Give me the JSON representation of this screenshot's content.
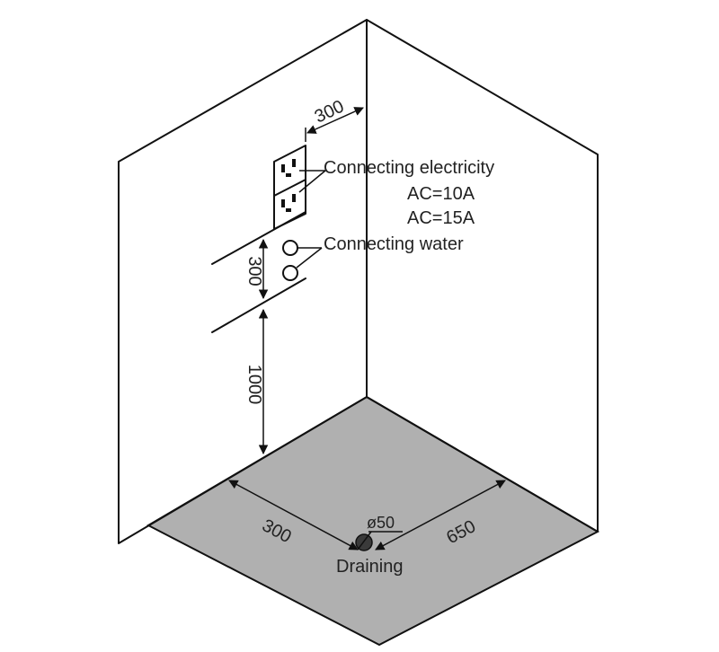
{
  "colors": {
    "floor": "#b0b0b0",
    "line": "#111111",
    "text": "#222222",
    "background": "#ffffff"
  },
  "labels": {
    "connecting_electricity": "Connecting electricity",
    "ac_10a": "AC=10A",
    "ac_15a": "AC=15A",
    "connecting_water": "Connecting water",
    "draining": "Draining",
    "drain_diameter": "ø50"
  },
  "dimensions": {
    "outlet_offset": "300",
    "box_height": "300",
    "box_elevation": "1000",
    "drain_left": "300",
    "drain_right": "650"
  }
}
